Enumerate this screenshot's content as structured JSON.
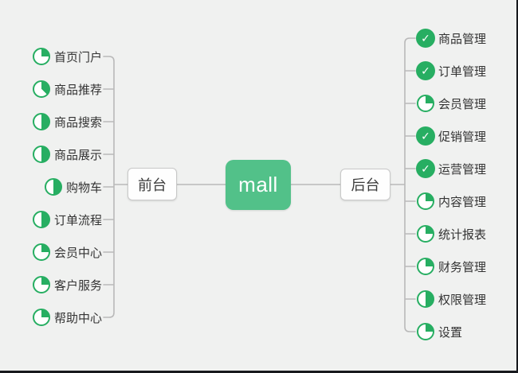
{
  "colors": {
    "background": "#f0f1f0",
    "frame_edge": "#17191d",
    "root_node_green": "#52c189",
    "icon_green": "#27ae62",
    "connector_line": "#b9b9b9",
    "branch_node_border": "#c9c9c9",
    "topic_text": "#333333"
  },
  "root": {
    "label": "mall"
  },
  "branches": [
    {
      "id": "frontend",
      "label": "前台",
      "side": "left",
      "items": [
        {
          "label": "首页门户",
          "progress": 0.25
        },
        {
          "label": "商品推荐",
          "progress": 0.375
        },
        {
          "label": "商品搜索",
          "progress": 0.5
        },
        {
          "label": "商品展示",
          "progress": 0.5
        },
        {
          "label": "购物车",
          "progress": 0.5
        },
        {
          "label": "订单流程",
          "progress": 0.5
        },
        {
          "label": "会员中心",
          "progress": 0.25
        },
        {
          "label": "客户服务",
          "progress": 0.25
        },
        {
          "label": "帮助中心",
          "progress": 0.25
        }
      ]
    },
    {
      "id": "backend",
      "label": "后台",
      "side": "right",
      "items": [
        {
          "label": "商品管理",
          "progress": "done"
        },
        {
          "label": "订单管理",
          "progress": "done"
        },
        {
          "label": "会员管理",
          "progress": 0.25
        },
        {
          "label": "促销管理",
          "progress": "done"
        },
        {
          "label": "运营管理",
          "progress": "done"
        },
        {
          "label": "内容管理",
          "progress": 0.25
        },
        {
          "label": "统计报表",
          "progress": 0.25
        },
        {
          "label": "财务管理",
          "progress": 0.25
        },
        {
          "label": "权限管理",
          "progress": 0.5
        },
        {
          "label": "设置",
          "progress": 0.25
        }
      ]
    }
  ],
  "icons": {
    "done": "check-icon",
    "partial": "progress-pie-icon",
    "check_glyph": "✓"
  }
}
